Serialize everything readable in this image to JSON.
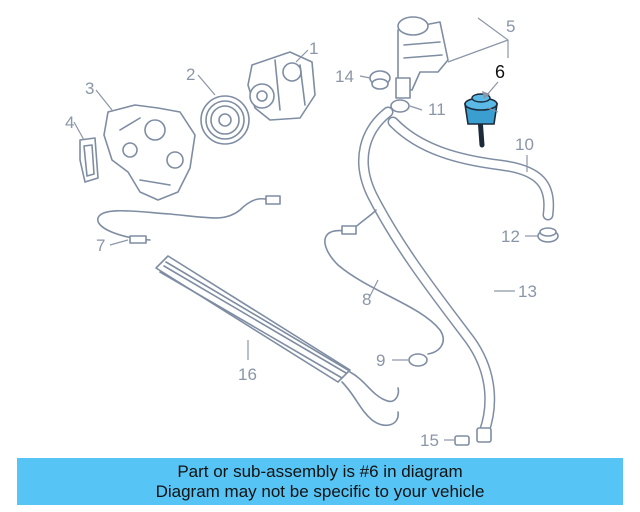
{
  "callouts": {
    "c1": "1",
    "c2": "2",
    "c3": "3",
    "c4": "4",
    "c5": "5",
    "c6": "6",
    "c7": "7",
    "c8": "8",
    "c9": "9",
    "c10": "10",
    "c11": "11",
    "c12": "12",
    "c13": "13",
    "c14": "14",
    "c15": "15",
    "c16": "16"
  },
  "highlight_color": "#3a9fd0",
  "banner": {
    "line1": "Part or sub-assembly is #6 in diagram",
    "line2": "Diagram may not be specific to your vehicle",
    "background": "#56c4f4"
  }
}
